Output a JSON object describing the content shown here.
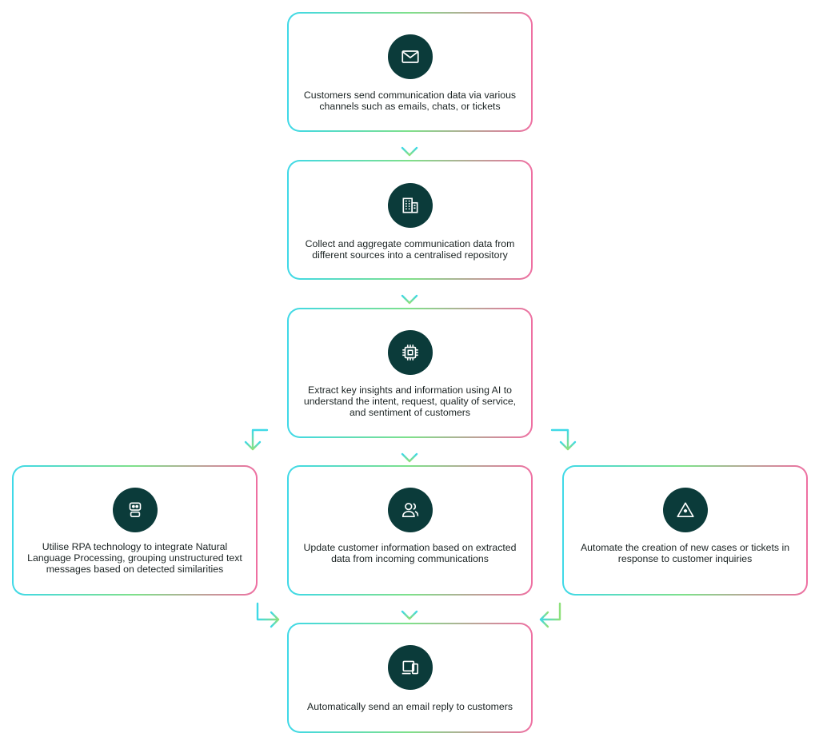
{
  "steps": {
    "step1": {
      "icon": "mail-icon",
      "text": "Customers send communication data via various channels such as emails, chats, or tickets"
    },
    "step2": {
      "icon": "building-icon",
      "text": "Collect and aggregate communication data from different sources into a centralised repository"
    },
    "step3": {
      "icon": "cpu-chip-icon",
      "text": "Extract key insights and information using AI to understand the intent, request, quality of service, and sentiment of customers"
    },
    "step4a": {
      "icon": "robot-icon",
      "text": "Utilise RPA technology to integrate Natural Language Processing, grouping unstructured text messages based on detected similarities"
    },
    "step4b": {
      "icon": "users-icon",
      "text": "Update customer information based on extracted data from incoming communications"
    },
    "step4c": {
      "icon": "warning-triangle-icon",
      "text": "Automate the creation of new cases or tickets in response to customer inquiries"
    },
    "step5": {
      "icon": "devices-icon",
      "text": "Automatically send an email reply to customers"
    }
  },
  "colors": {
    "icon_bg": "#0b3b3a",
    "border_start": "#3fd9e8",
    "border_mid": "#7fe08a",
    "border_end": "#ef6fa2",
    "arrow_start": "#3fd9e8",
    "arrow_end": "#8fe07a"
  }
}
